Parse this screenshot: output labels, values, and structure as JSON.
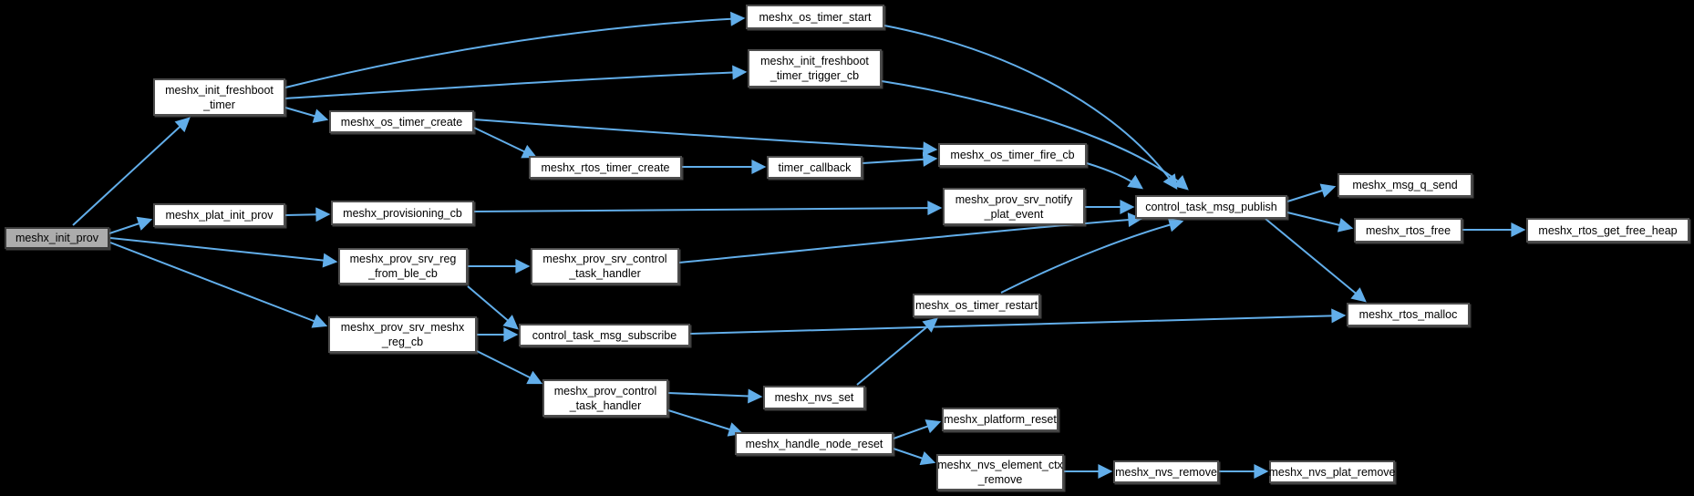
{
  "diagram": {
    "type": "call-graph",
    "background": "#000000",
    "edge_color": "#62aeea",
    "node_fill": "#ffffff",
    "node_border": "#4d4d4d",
    "root_fill": "#acacac",
    "nodes": [
      {
        "id": "meshx_init_prov",
        "label": "meshx_init_prov",
        "root": true
      },
      {
        "id": "meshx_init_freshboot_timer",
        "label": "meshx_init_freshboot\n_timer"
      },
      {
        "id": "meshx_plat_init_prov",
        "label": "meshx_plat_init_prov"
      },
      {
        "id": "meshx_prov_srv_reg_from_ble_cb",
        "label": "meshx_prov_srv_reg\n_from_ble_cb"
      },
      {
        "id": "meshx_prov_srv_meshx_reg_cb",
        "label": "meshx_prov_srv_meshx\n_reg_cb"
      },
      {
        "id": "meshx_os_timer_create",
        "label": "meshx_os_timer_create"
      },
      {
        "id": "meshx_os_timer_start",
        "label": "meshx_os_timer_start"
      },
      {
        "id": "meshx_init_freshboot_timer_trigger_cb",
        "label": "meshx_init_freshboot\n_timer_trigger_cb"
      },
      {
        "id": "meshx_rtos_timer_create",
        "label": "meshx_rtos_timer_create"
      },
      {
        "id": "timer_callback",
        "label": "timer_callback"
      },
      {
        "id": "meshx_os_timer_fire_cb",
        "label": "meshx_os_timer_fire_cb"
      },
      {
        "id": "meshx_provisioning_cb",
        "label": "meshx_provisioning_cb"
      },
      {
        "id": "meshx_prov_srv_notify_plat_event",
        "label": "meshx_prov_srv_notify\n_plat_event"
      },
      {
        "id": "control_task_msg_publish",
        "label": "control_task_msg_publish"
      },
      {
        "id": "meshx_msg_q_send",
        "label": "meshx_msg_q_send"
      },
      {
        "id": "meshx_rtos_free",
        "label": "meshx_rtos_free"
      },
      {
        "id": "meshx_rtos_get_free_heap",
        "label": "meshx_rtos_get_free_heap"
      },
      {
        "id": "meshx_prov_srv_control_task_handler",
        "label": "meshx_prov_srv_control\n_task_handler"
      },
      {
        "id": "control_task_msg_subscribe",
        "label": "control_task_msg_subscribe"
      },
      {
        "id": "meshx_prov_control_task_handler",
        "label": "meshx_prov_control\n_task_handler"
      },
      {
        "id": "meshx_nvs_set",
        "label": "meshx_nvs_set"
      },
      {
        "id": "meshx_os_timer_restart",
        "label": "meshx_os_timer_restart"
      },
      {
        "id": "meshx_rtos_malloc",
        "label": "meshx_rtos_malloc"
      },
      {
        "id": "meshx_handle_node_reset",
        "label": "meshx_handle_node_reset"
      },
      {
        "id": "meshx_platform_reset",
        "label": "meshx_platform_reset"
      },
      {
        "id": "meshx_nvs_element_ctx_remove",
        "label": "meshx_nvs_element_ctx\n_remove"
      },
      {
        "id": "meshx_nvs_remove",
        "label": "meshx_nvs_remove"
      },
      {
        "id": "meshx_nvs_plat_remove",
        "label": "meshx_nvs_plat_remove"
      }
    ],
    "edges": [
      {
        "from": "meshx_init_prov",
        "to": "meshx_init_freshboot_timer"
      },
      {
        "from": "meshx_init_prov",
        "to": "meshx_plat_init_prov"
      },
      {
        "from": "meshx_init_prov",
        "to": "meshx_prov_srv_reg_from_ble_cb"
      },
      {
        "from": "meshx_init_prov",
        "to": "meshx_prov_srv_meshx_reg_cb"
      },
      {
        "from": "meshx_init_freshboot_timer",
        "to": "meshx_os_timer_start"
      },
      {
        "from": "meshx_init_freshboot_timer",
        "to": "meshx_init_freshboot_timer_trigger_cb"
      },
      {
        "from": "meshx_init_freshboot_timer",
        "to": "meshx_os_timer_create"
      },
      {
        "from": "meshx_os_timer_create",
        "to": "meshx_os_timer_fire_cb"
      },
      {
        "from": "meshx_os_timer_create",
        "to": "meshx_rtos_timer_create"
      },
      {
        "from": "meshx_rtos_timer_create",
        "to": "timer_callback"
      },
      {
        "from": "timer_callback",
        "to": "meshx_os_timer_fire_cb"
      },
      {
        "from": "meshx_os_timer_fire_cb",
        "to": "control_task_msg_publish"
      },
      {
        "from": "meshx_os_timer_start",
        "to": "control_task_msg_publish"
      },
      {
        "from": "meshx_init_freshboot_timer_trigger_cb",
        "to": "control_task_msg_publish"
      },
      {
        "from": "meshx_plat_init_prov",
        "to": "meshx_provisioning_cb"
      },
      {
        "from": "meshx_provisioning_cb",
        "to": "meshx_prov_srv_notify_plat_event"
      },
      {
        "from": "meshx_prov_srv_notify_plat_event",
        "to": "control_task_msg_publish"
      },
      {
        "from": "meshx_prov_srv_reg_from_ble_cb",
        "to": "meshx_prov_srv_control_task_handler"
      },
      {
        "from": "meshx_prov_srv_reg_from_ble_cb",
        "to": "control_task_msg_subscribe"
      },
      {
        "from": "meshx_prov_srv_control_task_handler",
        "to": "control_task_msg_publish"
      },
      {
        "from": "meshx_prov_srv_meshx_reg_cb",
        "to": "control_task_msg_subscribe"
      },
      {
        "from": "meshx_prov_srv_meshx_reg_cb",
        "to": "meshx_prov_control_task_handler"
      },
      {
        "from": "control_task_msg_subscribe",
        "to": "meshx_rtos_malloc"
      },
      {
        "from": "meshx_prov_control_task_handler",
        "to": "meshx_nvs_set"
      },
      {
        "from": "meshx_prov_control_task_handler",
        "to": "meshx_handle_node_reset"
      },
      {
        "from": "meshx_nvs_set",
        "to": "meshx_os_timer_restart"
      },
      {
        "from": "meshx_os_timer_restart",
        "to": "control_task_msg_publish"
      },
      {
        "from": "meshx_handle_node_reset",
        "to": "meshx_platform_reset"
      },
      {
        "from": "meshx_handle_node_reset",
        "to": "meshx_nvs_element_ctx_remove"
      },
      {
        "from": "meshx_nvs_element_ctx_remove",
        "to": "meshx_nvs_remove"
      },
      {
        "from": "meshx_nvs_remove",
        "to": "meshx_nvs_plat_remove"
      },
      {
        "from": "control_task_msg_publish",
        "to": "meshx_msg_q_send"
      },
      {
        "from": "control_task_msg_publish",
        "to": "meshx_rtos_free"
      },
      {
        "from": "control_task_msg_publish",
        "to": "meshx_rtos_malloc"
      },
      {
        "from": "meshx_rtos_free",
        "to": "meshx_rtos_get_free_heap"
      }
    ]
  }
}
